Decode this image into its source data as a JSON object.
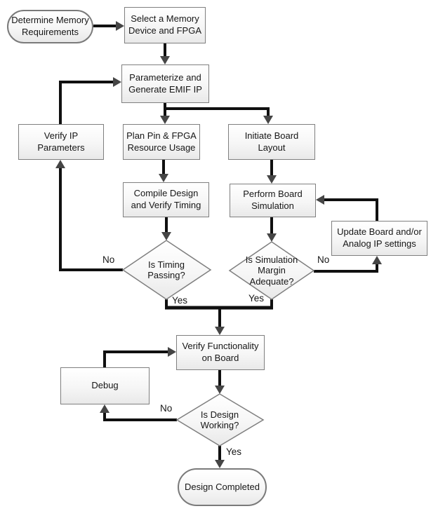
{
  "diagram": {
    "type": "flowchart",
    "nodes": {
      "determine_memory": {
        "label": "Determine Memory\nRequirements",
        "shape": "terminator"
      },
      "select_device": {
        "label": "Select a Memory\nDevice and FPGA",
        "shape": "process"
      },
      "parameterize": {
        "label": "Parameterize and\nGenerate EMIF IP",
        "shape": "process"
      },
      "verify_ip": {
        "label": "Verify IP\nParameters",
        "shape": "process"
      },
      "plan_pin": {
        "label": "Plan Pin & FPGA\nResource Usage",
        "shape": "process"
      },
      "initiate_board": {
        "label": "Initiate Board\nLayout",
        "shape": "process"
      },
      "compile_design": {
        "label": "Compile Design\nand Verify Timing",
        "shape": "process"
      },
      "perform_sim": {
        "label": "Perform Board\nSimulation",
        "shape": "process"
      },
      "update_board": {
        "label": "Update Board and/or\nAnalog IP settings",
        "shape": "process"
      },
      "is_timing": {
        "label": "Is Timing\nPassing?",
        "shape": "decision"
      },
      "is_margin": {
        "label": "Is Simulation\nMargin\nAdequate?",
        "shape": "decision"
      },
      "verify_func": {
        "label": "Verify Functionality\non Board",
        "shape": "process"
      },
      "debug": {
        "label": "Debug",
        "shape": "process"
      },
      "is_working": {
        "label": "Is Design\nWorking?",
        "shape": "decision"
      },
      "design_completed": {
        "label": "Design Completed",
        "shape": "terminator"
      }
    },
    "edge_labels": {
      "timing_no": "No",
      "timing_yes": "Yes",
      "sim_no": "No",
      "sim_yes": "Yes",
      "working_no": "No",
      "working_yes": "Yes"
    },
    "colors": {
      "line": "#101010",
      "arrow": "#454545",
      "node_border": "#7f7f7f",
      "node_fill_top": "#ffffff",
      "node_fill_bottom": "#e9e9e9",
      "node_text": "#161616"
    }
  }
}
